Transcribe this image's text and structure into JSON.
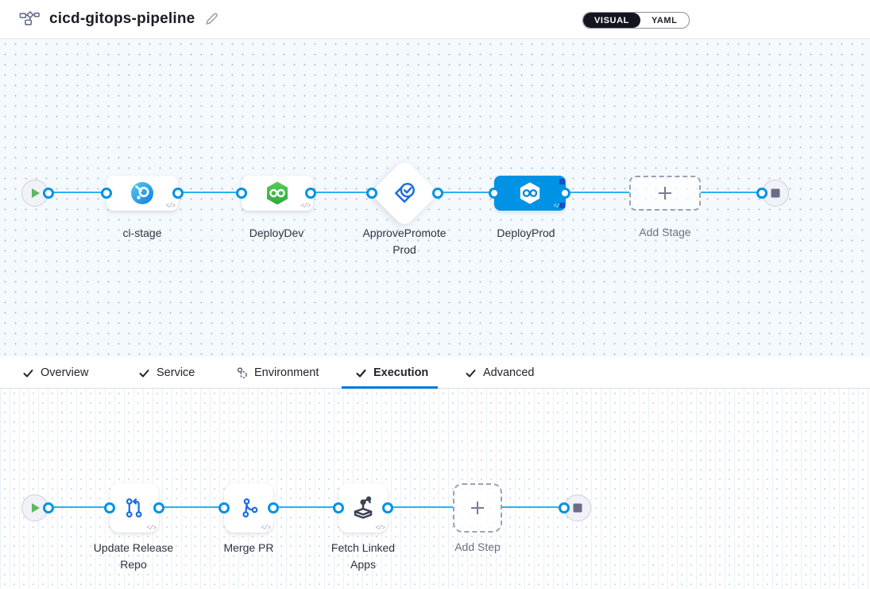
{
  "header": {
    "title": "cicd-gitops-pipeline",
    "view_toggle": {
      "visual": "VISUAL",
      "yaml": "YAML",
      "selected": "VISUAL"
    }
  },
  "icons": {
    "template_code_glyph": "</>"
  },
  "colors": {
    "accent_blue": "#0092e4",
    "edge_blue": "#2bb2ee",
    "selected_stage_bg": "#0092e4",
    "cd_green": "#3fbe4d",
    "approval_blue": "#1f6de0",
    "tab_active_underline": "#0278d5",
    "canvas_top_bg": "#f4f9fe"
  },
  "stage_canvas": {
    "stages": [
      {
        "label": "ci-stage",
        "type": "ci",
        "selected": false
      },
      {
        "label": "DeployDev",
        "type": "cd",
        "selected": false
      },
      {
        "label": "ApprovePromoteProd",
        "type": "approval",
        "selected": false
      },
      {
        "label": "DeployProd",
        "type": "cd",
        "selected": true
      },
      {
        "label": "Add Stage",
        "type": "add-stage",
        "selected": false
      }
    ]
  },
  "tabs": [
    {
      "label": "Overview",
      "state": "complete",
      "active": false
    },
    {
      "label": "Service",
      "state": "complete",
      "active": false
    },
    {
      "label": "Environment",
      "state": "incomplete",
      "active": false
    },
    {
      "label": "Execution",
      "state": "complete",
      "active": true
    },
    {
      "label": "Advanced",
      "state": "complete",
      "active": false
    }
  ],
  "execution_canvas": {
    "steps": [
      {
        "label": "Update Release Repo",
        "type": "step"
      },
      {
        "label": "Merge PR",
        "type": "step"
      },
      {
        "label": "Fetch Linked Apps",
        "type": "step"
      },
      {
        "label": "Add Step",
        "type": "add-step"
      }
    ]
  }
}
